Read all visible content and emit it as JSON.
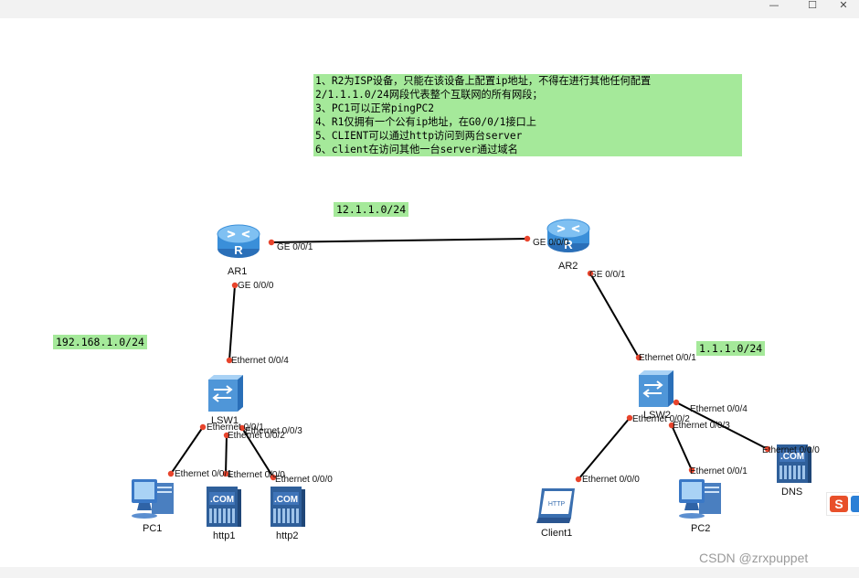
{
  "window": {
    "minimize_glyph": "—",
    "maximize_glyph": "☐",
    "close_glyph": "✕"
  },
  "requirements": [
    "1、R2为ISP设备，只能在该设备上配置ip地址，不得在进行其他任何配置",
    "2/1.1.1.0/24网段代表整个互联网的所有网段；",
    "3、PC1可以正常pingPC2",
    "4、R1仅拥有一个公有ip地址，在G0/0/1接口上",
    "5、CLIENT可以通过http访问到两台server",
    "6、client在访问其他一台server通过域名"
  ],
  "subnets": {
    "wan": "12.1.1.0/24",
    "lan": "192.168.1.0/24",
    "internet": "1.1.1.0/24"
  },
  "devices": {
    "ar1": "AR1",
    "ar2": "AR2",
    "lsw1": "LSW1",
    "lsw2": "LSW2",
    "pc1": "PC1",
    "http1": "http1",
    "http2": "http2",
    "client1": "Client1",
    "pc2": "PC2",
    "dns": "DNS"
  },
  "ports": {
    "ar1_ge001": "GE 0/0/1",
    "ar1_ge000": "GE 0/0/0",
    "ar2_ge000": "GE 0/0/0",
    "ar2_ge001": "GE 0/0/1",
    "lsw1_e004": "Ethernet 0/0/4",
    "lsw1_e001": "Ethernet 0/0/1",
    "lsw1_e002": "Ethernet 0/0/2",
    "lsw1_e003": "Ethernet 0/0/3",
    "pc1_e001": "Ethernet 0/0/1",
    "http1_e000": "Ethernet 0/0/0",
    "http2_e000": "Ethernet 0/0/0",
    "lsw2_e001": "Ethernet 0/0/1",
    "lsw2_e002": "Ethernet 0/0/2",
    "lsw2_e003": "Ethernet 0/0/3",
    "lsw2_e004": "Ethernet 0/0/4",
    "client1_e000": "Ethernet 0/0/0",
    "pc2_e001": "Ethernet 0/0/1",
    "dns_e000": "Ethernet 0/0/0"
  },
  "icons": {
    "router": "router-icon",
    "switch": "switch-icon",
    "pc": "pc-icon",
    "server": "server-icon",
    "client": "http-client-icon",
    "server_text": ".COM",
    "client_text": "HTTP",
    "router_text": "R"
  },
  "watermark": "CSDN @zrxpuppet",
  "colors": {
    "note_bg": "#a5e99a",
    "link": "#000000",
    "port_dot": "#e8442c",
    "router_blue": "#3a8fd9",
    "switch_blue": "#4f96d8"
  }
}
